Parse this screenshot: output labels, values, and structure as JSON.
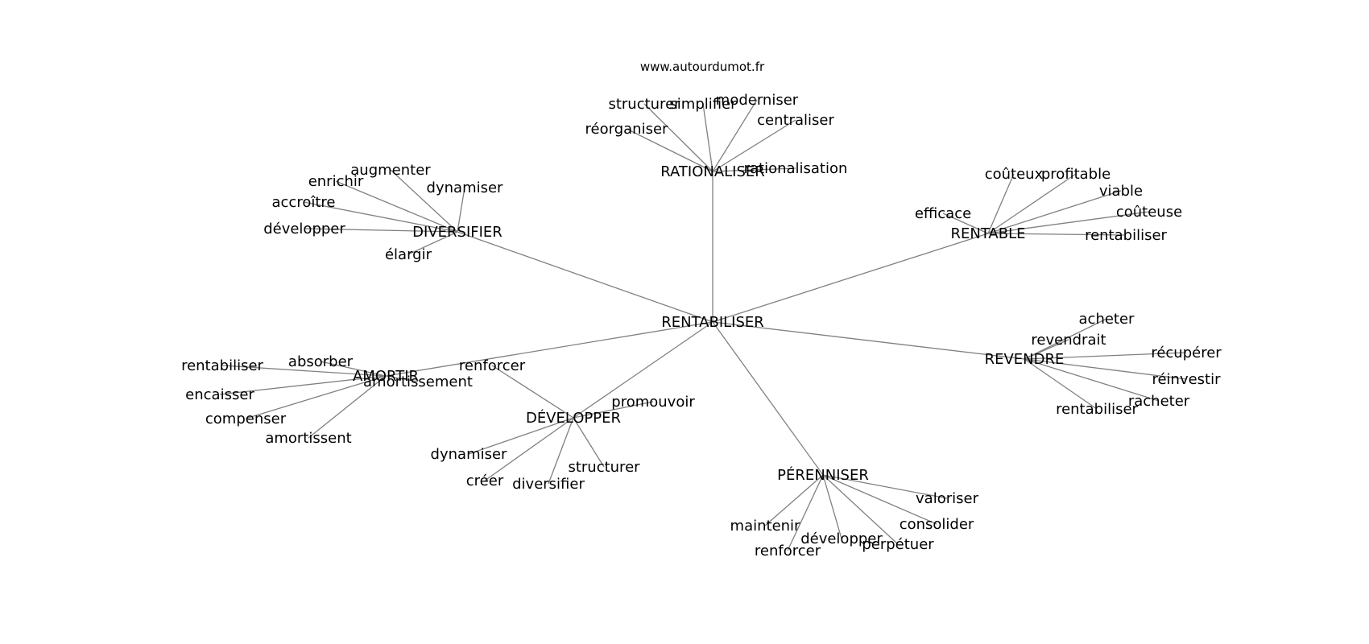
{
  "site": "www.autourdumot.fr",
  "center": "RENTABILISER",
  "hubs": [
    {
      "label": "RATIONALISER",
      "leaves": [
        "structurer",
        "simplifier",
        "moderniser",
        "centraliser",
        "réorganiser",
        "rationalisation"
      ]
    },
    {
      "label": "DIVERSIFIER",
      "leaves": [
        "augmenter",
        "enrichir",
        "dynamiser",
        "accroître",
        "développer",
        "élargir"
      ]
    },
    {
      "label": "RENTABLE",
      "leaves": [
        "coûteux",
        "profitable",
        "viable",
        "coûteuse",
        "efficace",
        "rentabiliser"
      ]
    },
    {
      "label": "REVENDRE",
      "leaves": [
        "acheter",
        "revendrait",
        "récupérer",
        "réinvestir",
        "racheter",
        "rentabiliser"
      ]
    },
    {
      "label": "AMORTIR",
      "leaves": [
        "rentabiliser",
        "absorber",
        "amortissement",
        "encaisser",
        "compenser",
        "amortissent"
      ]
    },
    {
      "label": "DÉVELOPPER",
      "leaves": [
        "renforcer",
        "promouvoir",
        "dynamiser",
        "structurer",
        "créer",
        "diversifier"
      ]
    },
    {
      "label": "PÉRENNISER",
      "leaves": [
        "valoriser",
        "consolider",
        "maintenir",
        "développer",
        "perpétuer",
        "renforcer"
      ]
    }
  ]
}
